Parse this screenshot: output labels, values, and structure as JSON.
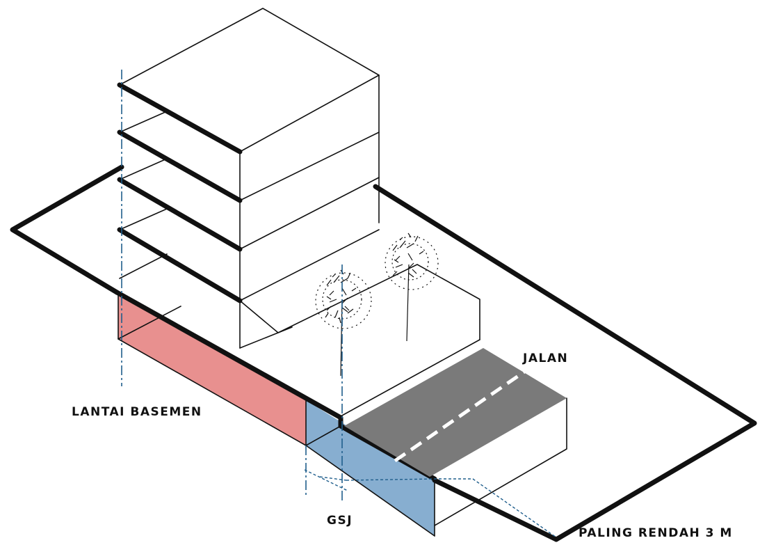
{
  "labels": {
    "road": "JALAN",
    "basement_floor": "LANTAI BASEMEN",
    "gsj": "GSJ",
    "min_depth": "PALING RENDAH 3 M"
  },
  "colors": {
    "basement_fill": "#e8908f",
    "setback_fill": "#87aed0",
    "road_fill": "#7a7a7a",
    "road_marking": "#ffffff",
    "outline": "#111111",
    "guide_line": "#1f5e8c"
  },
  "icons": {
    "trees": "sketched-tree-icon"
  }
}
